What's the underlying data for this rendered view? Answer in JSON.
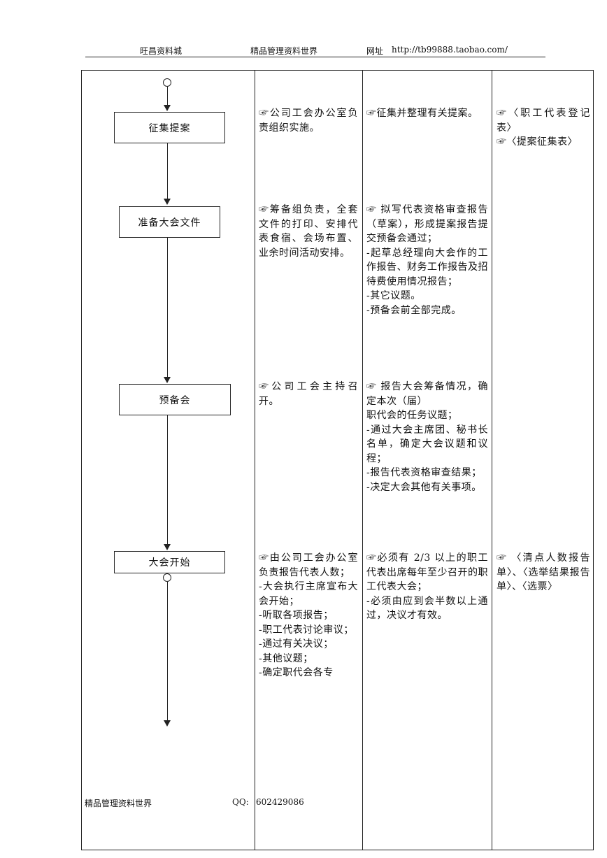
{
  "header": {
    "left": "旺昌资料城",
    "center": "精品管理资料世界",
    "url_label": "网址",
    "url": "http://tb99888.taobao.com/"
  },
  "steps": [
    {
      "label": "征集提案",
      "responsibility": [
        "☞公司工会办公室负责组织实施。"
      ],
      "requirements": [
        "☞征集并整理有关提案。"
      ],
      "records": [
        "☞〈职工代表登记表〉",
        "☞〈提案征集表〉"
      ]
    },
    {
      "label": "准备大会文件",
      "responsibility": [
        "☞筹备组负责，全套文件的打印、安排代表食宿、会场布置、业余时间活动安排。"
      ],
      "requirements": [
        "☞ 拟写代表资格审查报告（草案），形成提案报告提交预备会通过；",
        "-起草总经理向大会作的工作报告、财务工作报告及招待费使用情况报告；",
        "-其它议题。",
        "-预备会前全部完成。"
      ],
      "records": []
    },
    {
      "label": "预备会",
      "responsibility": [
        "☞公司工会主持召开。"
      ],
      "requirements": [
        "☞ 报告大会筹备情况，确定本次（届）",
        "职代会的任务议题；",
        "-通过大会主席团、秘书长名单，确定大会议题和议程；",
        "-报告代表资格审查结果；",
        "-决定大会其他有关事项。"
      ],
      "records": []
    },
    {
      "label": "大会开始",
      "responsibility": [
        "☞由公司工会办公室负责报告代表人数；",
        "-大会执行主席宣布大会开始；",
        "-听取各项报告；",
        "-职工代表讨论审议；",
        "-通过有关决议；",
        "-其他议题；",
        "-确定职代会各专"
      ],
      "requirements": [
        "☞必须有 2/3 以上的职工代表出席每年至少召开的职工代表大会；",
        "-必须由应到会半数以上通过，决议才有效。"
      ],
      "records": [
        "☞ 〈清点人数报告单〉、〈选举结果报告单〉、〈选票〉"
      ]
    }
  ],
  "footer": {
    "left": "精品管理资料世界",
    "qq_label": "QQ:",
    "qq": "602429086"
  }
}
